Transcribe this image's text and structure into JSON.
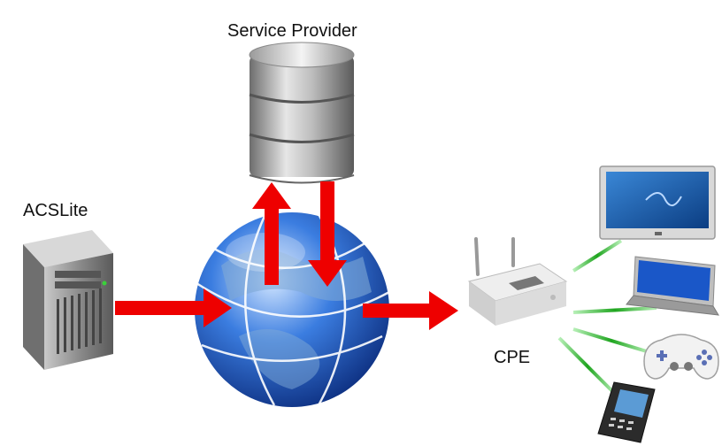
{
  "labels": {
    "service_provider": "Service Provider",
    "acs": "ACSLite",
    "cpe": "CPE"
  },
  "colors": {
    "arrow": "#ee0000",
    "link": "#22b222",
    "globe": "#2f6fd6",
    "server": "#8a8a8a"
  },
  "icons": [
    "database-icon",
    "tower-server-icon",
    "globe-icon",
    "router-icon",
    "tv-icon",
    "laptop-icon",
    "gamepad-icon",
    "phone-icon"
  ]
}
